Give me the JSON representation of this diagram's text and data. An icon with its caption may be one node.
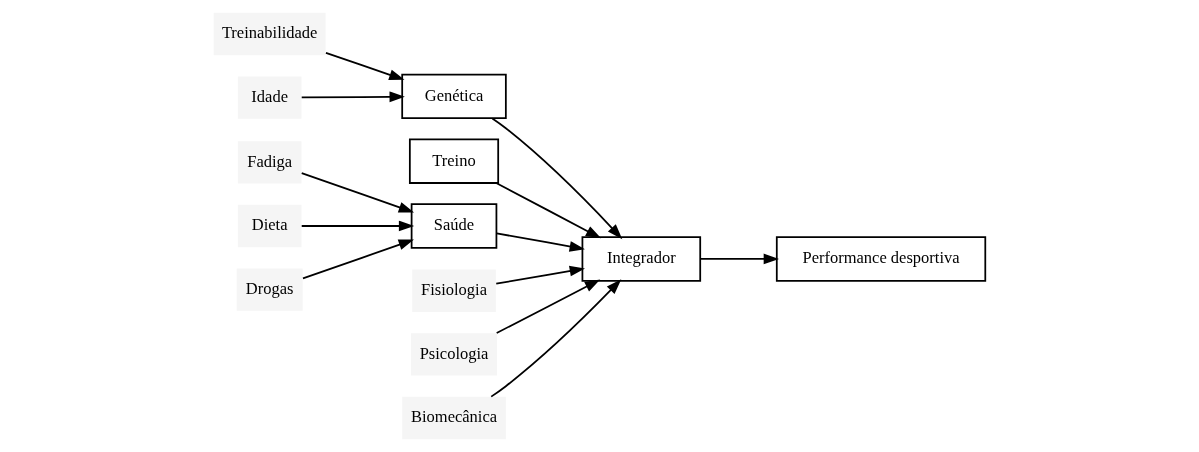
{
  "diagram": {
    "nodes": [
      {
        "text": [
          "Treinabilidade"
        ]
      },
      {
        "text": [
          "Idade"
        ]
      },
      {
        "text": [
          "Genética"
        ]
      },
      {
        "text": [
          "Treino"
        ]
      },
      {
        "text": [
          "Saúde"
        ]
      },
      {
        "text": [
          "Integrador"
        ]
      },
      {
        "text": [
          "Performance desportiva"
        ]
      },
      {
        "text": [
          "Fisiologia"
        ]
      },
      {
        "text": [
          "Psicologia"
        ]
      },
      {
        "text": [
          "Biomecânica"
        ]
      },
      {
        "text": [
          "Fadiga"
        ]
      },
      {
        "text": [
          "Dieta"
        ]
      },
      {
        "text": [
          "Drogas"
        ]
      }
    ],
    "edges": [
      {
        "from": 1,
        "to": 2,
        "arrow": "to"
      },
      {
        "from": 0,
        "to": 2,
        "arrow": "to"
      },
      {
        "from": 2,
        "to": 5,
        "arrow": "to"
      },
      {
        "from": 3,
        "to": 5,
        "arrow": "to"
      },
      {
        "from": 4,
        "to": 5,
        "arrow": "to"
      },
      {
        "from": 5,
        "to": 6,
        "arrow": "to"
      },
      {
        "from": 7,
        "to": 5,
        "arrow": "to"
      },
      {
        "from": 8,
        "to": 5,
        "arrow": "to"
      },
      {
        "from": 9,
        "to": 5,
        "arrow": "to"
      },
      {
        "from": 10,
        "to": 4,
        "arrow": "to"
      },
      {
        "from": 11,
        "to": 4,
        "arrow": "to"
      },
      {
        "from": 12,
        "to": 4,
        "arrow": "to"
      }
    ]
  }
}
